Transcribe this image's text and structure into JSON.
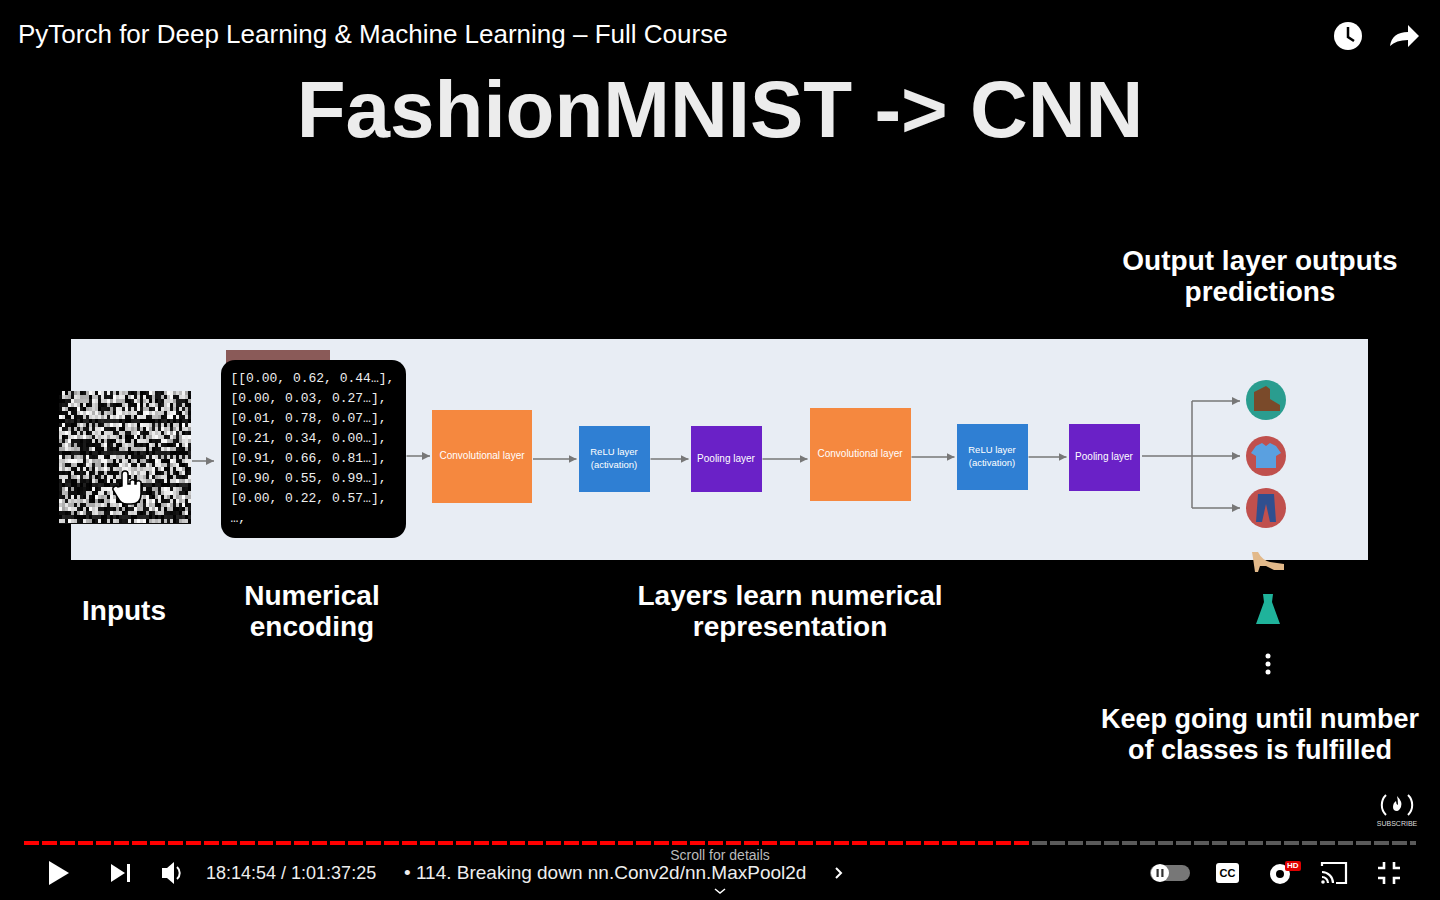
{
  "diagram": {
    "title": "FashionMNIST -> CNN",
    "nodes": [
      {
        "text": [
          "[[0.00, 0.62, 0.44…],",
          "[0.00, 0.03, 0.27…],",
          "[0.01, 0.78, 0.07…],",
          "[0.21, 0.34, 0.00…],",
          "[0.91, 0.66, 0.81…],",
          "[0.90, 0.55, 0.99…],",
          "[0.00, 0.22, 0.57…],",
          "…,"
        ]
      },
      {
        "text": [
          "Convolutional layer"
        ]
      },
      {
        "text": [
          "ReLU layer (activation)"
        ]
      },
      {
        "text": [
          "Pooling layer"
        ]
      },
      {
        "text": [
          "Convolutional layer"
        ]
      },
      {
        "text": [
          "ReLU layer (activation)"
        ]
      },
      {
        "text": [
          "Pooling layer"
        ]
      }
    ],
    "edges": [
      {
        "from": 0,
        "to": 1,
        "arrow": "to"
      },
      {
        "from": 1,
        "to": 2,
        "arrow": "to"
      },
      {
        "from": 2,
        "to": 3,
        "arrow": "to"
      },
      {
        "from": 3,
        "to": 4,
        "arrow": "to"
      },
      {
        "from": 4,
        "to": 5,
        "arrow": "to"
      },
      {
        "from": 5,
        "to": 6,
        "arrow": "to"
      }
    ],
    "labels": [
      "PyTorch for Deep Learning & Machine Learning – Full Course",
      "Output layer outputs predictions",
      "Inputs",
      "Numerical encoding",
      "Layers learn numerical representation",
      "Keep going until number of classes is fulfilled",
      "SUBSCRIBE",
      "18:14:54 / 1:01:37:25",
      "• 114. Breaking down nn.Conv2d/nn.MaxPool2d",
      "Scroll for details",
      "CC",
      "HD"
    ]
  }
}
